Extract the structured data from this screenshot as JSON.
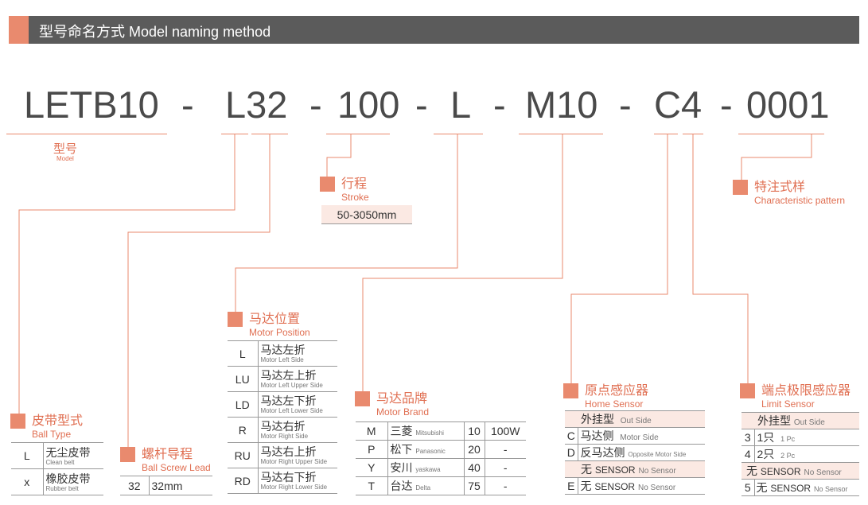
{
  "header": {
    "title": "型号命名方式 Model naming method"
  },
  "model_code": {
    "segments": [
      "LETB10",
      "-",
      "L32",
      "-",
      "100",
      "-",
      "L",
      "-",
      "M10",
      "-",
      "C4",
      "-",
      "0001"
    ]
  },
  "model": {
    "cn": "型号",
    "en": "Model"
  },
  "stroke": {
    "cn": "行程",
    "en": "Stroke",
    "value": "50-3050mm"
  },
  "characteristic": {
    "cn": "特注式样",
    "en": "Characteristic pattern"
  },
  "belt_type": {
    "cn": "皮带型式",
    "en": "Ball Type",
    "rows": [
      {
        "code": "L",
        "cn": "无尘皮带",
        "en": "Clean belt"
      },
      {
        "code": "x",
        "cn": "橡胶皮带",
        "en": "Rubber belt"
      }
    ]
  },
  "screw_lead": {
    "cn": "螺杆导程",
    "en": "Ball Screw Lead",
    "rows": [
      {
        "code": "32",
        "value": "32mm"
      }
    ]
  },
  "motor_position": {
    "cn": "马达位置",
    "en": "Motor Position",
    "rows": [
      {
        "code": "L",
        "cn": "马达左折",
        "en": "Motor Left Side"
      },
      {
        "code": "LU",
        "cn": "马达左上折",
        "en": "Motor Left Upper Side"
      },
      {
        "code": "LD",
        "cn": "马达左下折",
        "en": "Motor Left Lower Side"
      },
      {
        "code": "R",
        "cn": "马达右折",
        "en": "Motor Right Side"
      },
      {
        "code": "RU",
        "cn": "马达右上折",
        "en": "Motor Right Upper Side"
      },
      {
        "code": "RD",
        "cn": "马达右下折",
        "en": "Motor Right Lower Side"
      }
    ]
  },
  "motor_brand": {
    "cn": "马达品牌",
    "en": "Motor Brand",
    "rows": [
      {
        "code": "M",
        "cn": "三菱",
        "en": "Mitsubishi",
        "num": "10",
        "power": "100W"
      },
      {
        "code": "P",
        "cn": "松下",
        "en": "Panasonic",
        "num": "20",
        "power": "-"
      },
      {
        "code": "Y",
        "cn": "安川",
        "en": "yaskawa",
        "num": "40",
        "power": "-"
      },
      {
        "code": "T",
        "cn": "台达",
        "en": "Delta",
        "num": "75",
        "power": "-"
      }
    ]
  },
  "home_sensor": {
    "cn": "原点感应器",
    "en": "Home Sensor",
    "header": {
      "cn": "外挂型",
      "en": "Out Side"
    },
    "rows": [
      {
        "code": "C",
        "cn": "马达侧",
        "en": "Motor Side"
      },
      {
        "code": "D",
        "cn": "反马达侧",
        "en": "Opposite Motor Side"
      },
      {
        "code": "",
        "cn": "无",
        "en": "SENSOR",
        "en2": "No Sensor"
      },
      {
        "code": "E",
        "cn": "无",
        "en": "SENSOR",
        "en2": "No Sensor"
      }
    ]
  },
  "limit_sensor": {
    "cn": "端点极限感应器",
    "en": "Limit Sensor",
    "header": {
      "cn": "外挂型",
      "en": "Out Side"
    },
    "rows": [
      {
        "code": "3",
        "cn": "1只",
        "en": "1 Pc"
      },
      {
        "code": "4",
        "cn": "2只",
        "en": "2 Pc"
      },
      {
        "code": "",
        "cn": "无",
        "en": "SENSOR",
        "en2": "No Sensor"
      },
      {
        "code": "5",
        "cn": "无",
        "en": "SENSOR",
        "en2": "No Sensor"
      }
    ]
  },
  "colors": {
    "accent": "#e98a6e",
    "header_bg": "#5b5b5b",
    "text": "#4a4a4a"
  }
}
